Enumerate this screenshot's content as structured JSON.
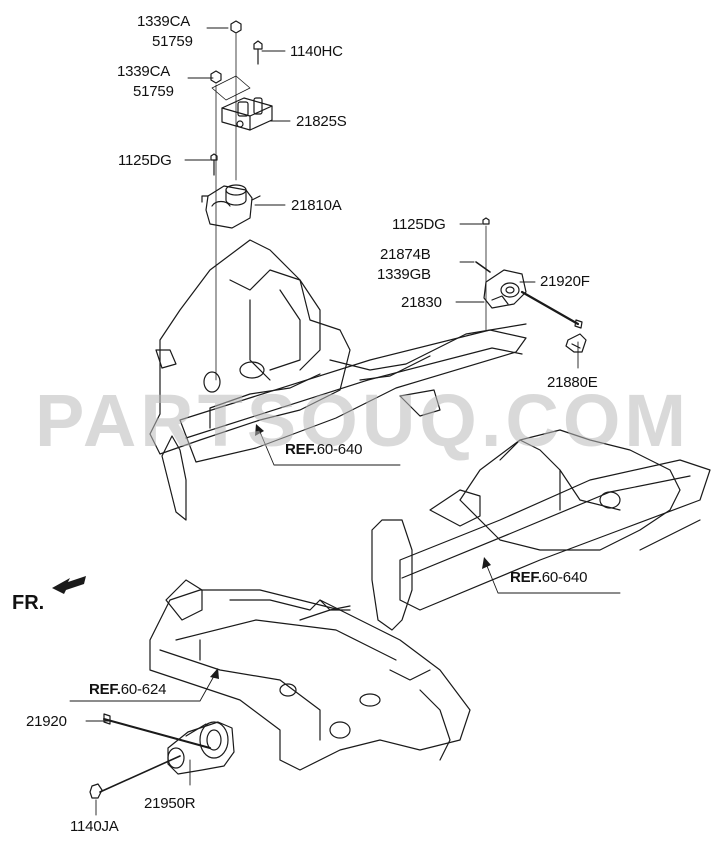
{
  "diagram": {
    "labels": {
      "bolt_1339ca_top": "1339CA",
      "nut_51759_top": "51759",
      "bolt_1140hc": "1140HC",
      "bolt_1339ca_mid": "1339CA",
      "nut_51759_mid": "51759",
      "bracket_21825s": "21825S",
      "bolt_1125dg_left": "1125DG",
      "mount_21810a": "21810A",
      "bolt_1125dg_right": "1125DG",
      "part_21874b": "21874B",
      "part_1339gb": "1339GB",
      "mount_21830": "21830",
      "part_21920f": "21920F",
      "bracket_21880e": "21880E",
      "bolt_21920": "21920",
      "mount_21950r": "21950R",
      "bolt_1140ja": "1140JA"
    },
    "refs": {
      "ref_upper_left": {
        "prefix": "REF.",
        "code": "60-640"
      },
      "ref_lower_right": {
        "prefix": "REF.",
        "code": "60-640"
      },
      "ref_subframe": {
        "prefix": "REF.",
        "code": "60-624"
      }
    },
    "front_indicator": "FR.",
    "watermark": "PARTSOUQ.COM"
  }
}
